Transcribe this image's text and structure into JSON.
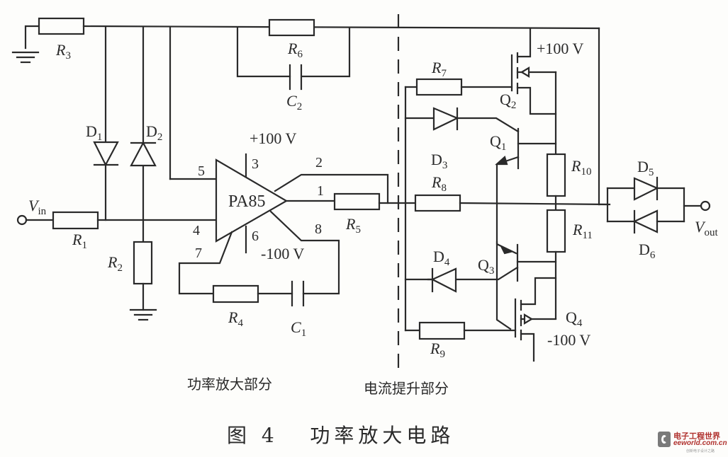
{
  "figure": {
    "caption": "图 4   功率放大电路",
    "section_left": "功率放大部分",
    "section_right": "电流提升部分"
  },
  "components": {
    "R1": {
      "name": "R",
      "sub": "1"
    },
    "R2": {
      "name": "R",
      "sub": "2"
    },
    "R3": {
      "name": "R",
      "sub": "3"
    },
    "R4": {
      "name": "R",
      "sub": "4"
    },
    "R5": {
      "name": "R",
      "sub": "5"
    },
    "R6": {
      "name": "R",
      "sub": "6"
    },
    "R7": {
      "name": "R",
      "sub": "7"
    },
    "R8": {
      "name": "R",
      "sub": "8"
    },
    "R9": {
      "name": "R",
      "sub": "9"
    },
    "R10": {
      "name": "R",
      "sub": "10"
    },
    "R11": {
      "name": "R",
      "sub": "11"
    },
    "C1": {
      "name": "C",
      "sub": "1"
    },
    "C2": {
      "name": "C",
      "sub": "2"
    },
    "D1": {
      "name": "D",
      "sub": "1"
    },
    "D2": {
      "name": "D",
      "sub": "2"
    },
    "D3": {
      "name": "D",
      "sub": "3"
    },
    "D4": {
      "name": "D",
      "sub": "4"
    },
    "D5": {
      "name": "D",
      "sub": "5"
    },
    "D6": {
      "name": "D",
      "sub": "6"
    },
    "Q1": {
      "name": "Q",
      "sub": "1"
    },
    "Q2": {
      "name": "Q",
      "sub": "2"
    },
    "Q3": {
      "name": "Q",
      "sub": "3"
    },
    "Q4": {
      "name": "Q",
      "sub": "4"
    }
  },
  "amplifier": {
    "chip": "PA85",
    "pins": {
      "p1": "1",
      "p2": "2",
      "p3": "3",
      "p4": "4",
      "p5": "5",
      "p6": "6",
      "p7": "7",
      "p8": "8"
    },
    "supply_pos": "+100 V",
    "supply_neg": "-100 V"
  },
  "booster": {
    "supply_pos": "+100 V",
    "supply_neg": "-100 V"
  },
  "ports": {
    "vin": {
      "name": "V",
      "sub": "in"
    },
    "vout": {
      "name": "V",
      "sub": "out"
    }
  },
  "watermark": {
    "line1": "电子工程世界",
    "line2": "eeworld.com.cn",
    "line3": "创新电子设计之路"
  }
}
